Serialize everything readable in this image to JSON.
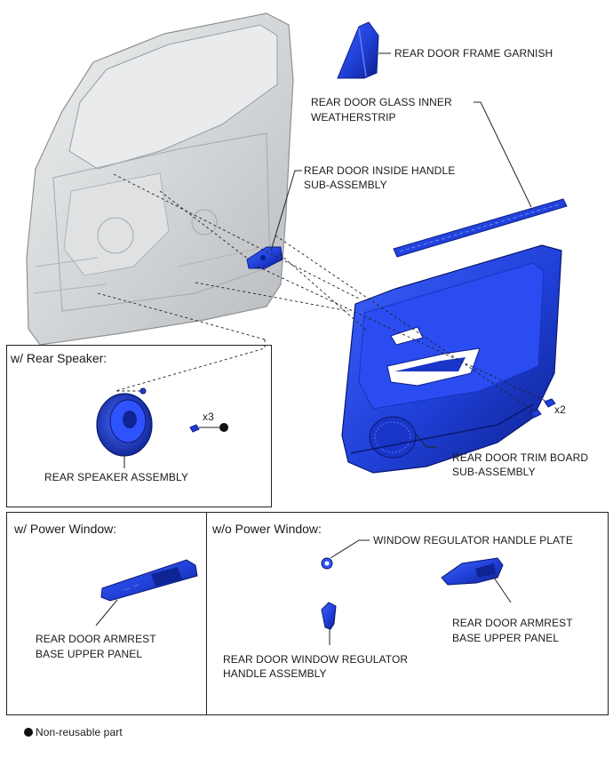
{
  "labels": {
    "frame_garnish": "REAR DOOR FRAME GARNISH",
    "glass_weatherstrip_1": "REAR DOOR GLASS INNER",
    "glass_weatherstrip_2": "WEATHERSTRIP",
    "inside_handle_1": "REAR DOOR INSIDE HANDLE",
    "inside_handle_2": "SUB-ASSEMBLY",
    "trim_board_1": "REAR DOOR TRIM BOARD",
    "trim_board_2": "SUB-ASSEMBLY",
    "trim_qty": "x2",
    "speaker_assembly": "REAR SPEAKER ASSEMBLY",
    "speaker_qty": "x3",
    "armrest_pw_1": "REAR DOOR ARMREST",
    "armrest_pw_2": "BASE UPPER PANEL",
    "handle_plate": "WINDOW REGULATOR HANDLE PLATE",
    "armrest_npw_1": "REAR DOOR ARMREST",
    "armrest_npw_2": "BASE UPPER PANEL",
    "regulator_handle_1": "REAR DOOR WINDOW REGULATOR",
    "regulator_handle_2": "HANDLE ASSEMBLY"
  },
  "sections": {
    "rear_speaker": "w/ Rear Speaker:",
    "power_window": "w/ Power Window:",
    "no_power_window": "w/o Power Window:"
  },
  "legend": {
    "non_reusable": "Non-reusable part"
  },
  "colors": {
    "part_blue": "#1f3fd6",
    "part_dark": "#0d1f8a",
    "door_gray": "#d4d6d8",
    "line": "#222222"
  }
}
